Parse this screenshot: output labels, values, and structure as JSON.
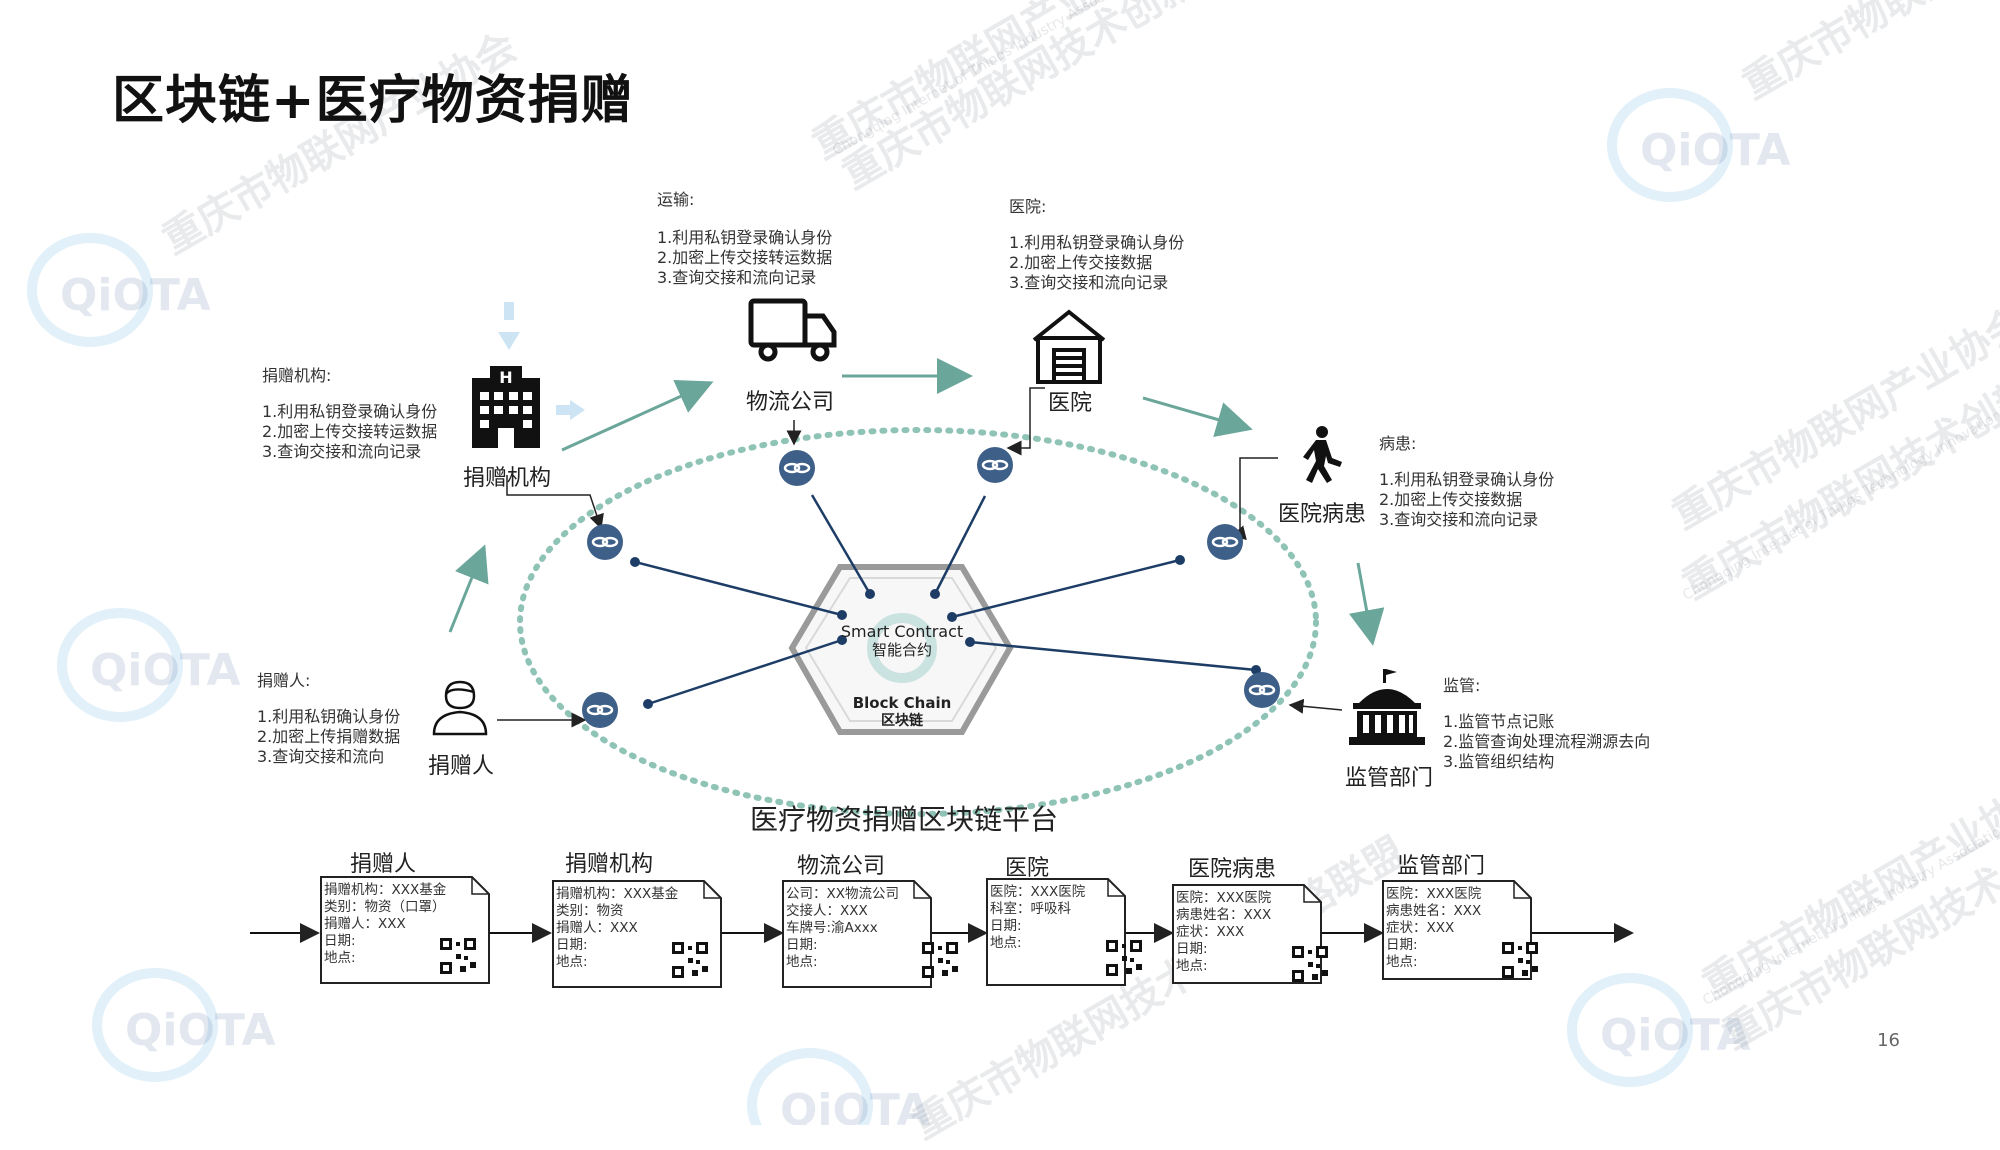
{
  "title": "区块链+医疗物资捐赠",
  "page_number": "16",
  "colors": {
    "arrow": "#6aa69a",
    "chain_line": "#1d3d66",
    "ellipse": "#8fc3b6",
    "node": "#3d5f88"
  },
  "notes": {
    "donor_org": {
      "title": "捐赠机构:",
      "lines": [
        "1.利用私钥登录确认身份",
        "2.加密上传交接转运数据",
        "3.查询交接和流向记录"
      ]
    },
    "transport": {
      "title": "运输:",
      "lines": [
        "1.利用私钥登录确认身份",
        "2.加密上传交接转运数据",
        "3.查询交接和流向记录"
      ]
    },
    "hospital": {
      "title": "医院:",
      "lines": [
        "1.利用私钥登录确认身份",
        "2.加密上传交接数据",
        "3.查询交接和流向记录"
      ]
    },
    "patient": {
      "title": "病患:",
      "lines": [
        "1.利用私钥登录确认身份",
        "2.加密上传交接数据",
        "3.查询交接和流向记录"
      ]
    },
    "regulator": {
      "title": "监管:",
      "lines": [
        "1.监管节点记账",
        "2.监管查询处理流程溯源去向",
        "3.监管组织结构"
      ]
    },
    "donor": {
      "title": "捐赠人:",
      "lines": [
        "1.利用私钥确认身份",
        "2.加密上传捐赠数据",
        "3.查询交接和流向"
      ]
    }
  },
  "actors": {
    "donor_org": "捐赠机构",
    "logistics": "物流公司",
    "hospital": "医院",
    "patient": "医院病患",
    "regulator": "监管部门",
    "donor": "捐赠人"
  },
  "center": {
    "contract_en": "Smart Contract",
    "contract_cn": "智能合约",
    "chain_en": "Block Chain",
    "chain_cn": "区块链"
  },
  "platform_label": "医疗物资捐赠区块链平台",
  "stages": [
    {
      "title": "捐赠人",
      "lines": [
        "捐赠机构：XXX基金",
        "类别：物资（口罩）",
        "捐赠人：XXX",
        "日期:",
        "地点:"
      ]
    },
    {
      "title": "捐赠机构",
      "lines": [
        "捐赠机构：XXX基金",
        "类别：物资",
        "捐赠人：XXX",
        "日期:",
        "地点:"
      ]
    },
    {
      "title": "物流公司",
      "lines": [
        "公司：XX物流公司",
        "交接人：XXX",
        "车牌号:渝Axxx",
        "日期:",
        "地点:"
      ]
    },
    {
      "title": "医院",
      "lines": [
        "医院：XXX医院",
        "科室：呼吸科",
        "日期:",
        "地点:"
      ]
    },
    {
      "title": "医院病患",
      "lines": [
        "医院：XXX医院",
        "病患姓名：XXX",
        "症状：XXX",
        "日期:",
        "地点:"
      ]
    },
    {
      "title": "监管部门",
      "lines": [
        "医院：XXX医院",
        "病患姓名：XXX",
        "症状：XXX",
        "日期:",
        "地点:"
      ]
    }
  ],
  "watermark": {
    "cn1": "重庆市物联网产业协会",
    "cn2": "重庆市物联网技术创新战略联盟",
    "en1": "Chongqing Internet of Things Industry Association",
    "en2": "Chongqing Internet of Things Technology Innovation Strategic Alliance",
    "logo": "QiOTA"
  }
}
